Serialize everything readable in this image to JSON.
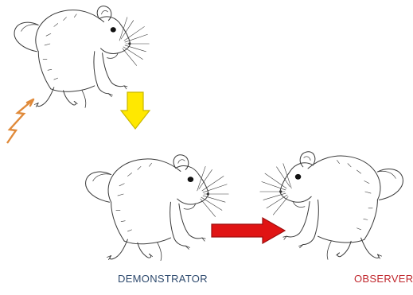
{
  "labels": {
    "demonstrator": "DEMONSTRATOR",
    "observer": "OBSERVER"
  },
  "colors": {
    "background": "#ffffff",
    "demonstrator_label": "#2e4a6e",
    "observer_label": "#c0262c",
    "down_arrow_fill": "#ffe800",
    "down_arrow_stroke": "#c9b800",
    "right_arrow_fill": "#e01414",
    "right_arrow_stroke": "#9c0d0d",
    "shock_bolt": "#e08a3a",
    "outline": "#3a3a3a"
  },
  "icons": {
    "shock": "lightning-bolt",
    "transition": "down-arrow",
    "transfer": "right-arrow"
  }
}
